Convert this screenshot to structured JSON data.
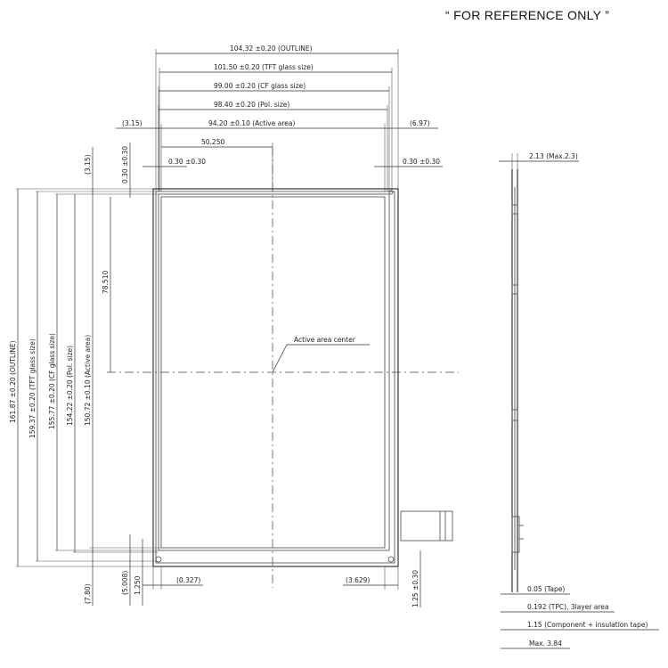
{
  "note": "“ FOR REFERENCE ONLY ”",
  "front_view": {
    "widths": {
      "outline": "104.32 ±0.20 (OUTLINE)",
      "tft": "101.50 ±0.20 (TFT glass size)",
      "cf": "99.00 ±0.20 (CF glass size)",
      "pol": "98.40 ±0.20 (Pol. size)",
      "active": "94.20 ±0.10 (Active area)"
    },
    "left_offset": "(3.15)",
    "right_offset": "(6.97)",
    "center_x": "50.250",
    "pol_left": "0.30 ±0.30",
    "pol_right": "0.30 ±0.30",
    "top_offset": "(3.15)",
    "top_pol": "0.30 ±0.30",
    "center_y": "78.510",
    "center_label": "Active area center",
    "heights": {
      "outline": "161.87 ±0.20 (OUTLINE)",
      "tft": "159.37 ±0.20 (TFT glass size)",
      "cf": "155.77 ±0.20 (CF glass size)",
      "pol": "154.22 ±0.20 (Pol. size)",
      "active": "150.72 ±0.10 (Active area)"
    },
    "bottom": {
      "b780": "(7.80)",
      "b5008": "(5.008)",
      "b1250": "1.250",
      "b0327": "(0.327)",
      "b3629": "(3.629)",
      "b125": "1.25 ±0.30"
    }
  },
  "side_view": {
    "thickness": "2.13 (Max.2.3)",
    "tape": "0.05 (Tape)",
    "tpc": "0.192 (TPC), 3layer area",
    "component": "1.15 (Component + insulation tape)",
    "max": "Max. 3.84"
  }
}
